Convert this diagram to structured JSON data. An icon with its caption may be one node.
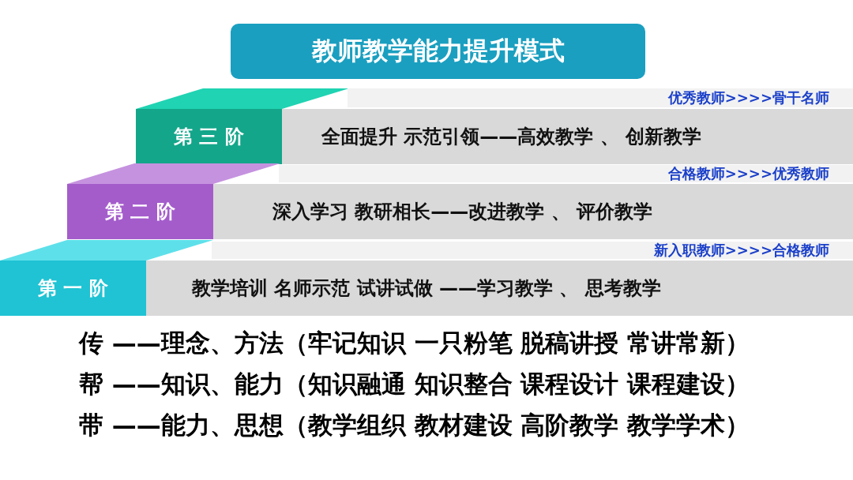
{
  "diagram": {
    "title": "教师教学能力提升模式",
    "nodes": [
      {
        "text": [
          "第 三 阶"
        ]
      },
      {
        "text": [
          "全面提升 示范引领——高效教学 、 创新教学"
        ],
        "beside": [
          "优秀教师>>>>骨干名师"
        ]
      },
      {
        "text": [
          "第 二 阶"
        ]
      },
      {
        "text": [
          "深入学习 教研相长——改进教学 、 评价教学"
        ],
        "beside": [
          "合格教师>>>>优秀教师"
        ]
      },
      {
        "text": [
          "第 一 阶"
        ]
      },
      {
        "text": [
          "教学培训 名师示范 试讲试做 ——学习教学 、 思考教学"
        ],
        "beside": [
          "新入职教师>>>>合格教师"
        ]
      }
    ],
    "edges": [],
    "labels": [
      "传 ——理念、方法（牢记知识 一只粉笔 脱稿讲授 常讲常新）",
      "帮 ——知识、能力（知识融通 知识整合 课程设计 课程建设）",
      "带 ——能力、思想（教学组织 教材建设 高阶教学 教学学术）"
    ]
  }
}
